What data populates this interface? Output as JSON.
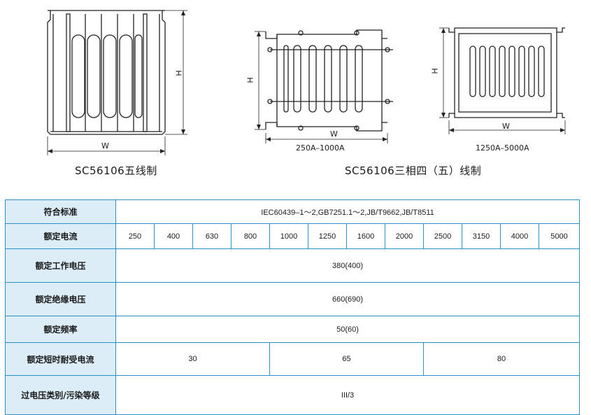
{
  "diagrams": {
    "five_wire": {
      "caption": "SC56106五线制",
      "dim_w": "W",
      "dim_h": "H"
    },
    "small_three_phase": {
      "range": "250A–1000A",
      "dim_w": "W",
      "dim_h": "H"
    },
    "large_three_phase": {
      "range": "1250A–5000A",
      "dim_w": "W",
      "dim_h": "H"
    },
    "three_phase_caption": "SC56106三相四（五）线制"
  },
  "table": {
    "rows": {
      "standard": {
        "label": "符合标准",
        "value": "IEC60439–1～2,GB7251.1～2,JB/T9662,JB/T8511"
      },
      "rated_current": {
        "label": "额定电流",
        "values": [
          "250",
          "400",
          "630",
          "800",
          "1000",
          "1250",
          "1600",
          "2000",
          "2500",
          "3150",
          "4000",
          "5000"
        ]
      },
      "working_voltage": {
        "label": "额定工作电压",
        "value": "380(400)"
      },
      "insulation_voltage": {
        "label": "额定绝缘电压",
        "value": "660(690)"
      },
      "frequency": {
        "label": "额定频率",
        "value": "50(60)"
      },
      "short_time_current": {
        "label": "额定短时耐受电流",
        "values": [
          "30",
          "65",
          "80"
        ]
      },
      "overvoltage": {
        "label": "过电压类别/污染等级",
        "value": "III/3"
      }
    }
  }
}
